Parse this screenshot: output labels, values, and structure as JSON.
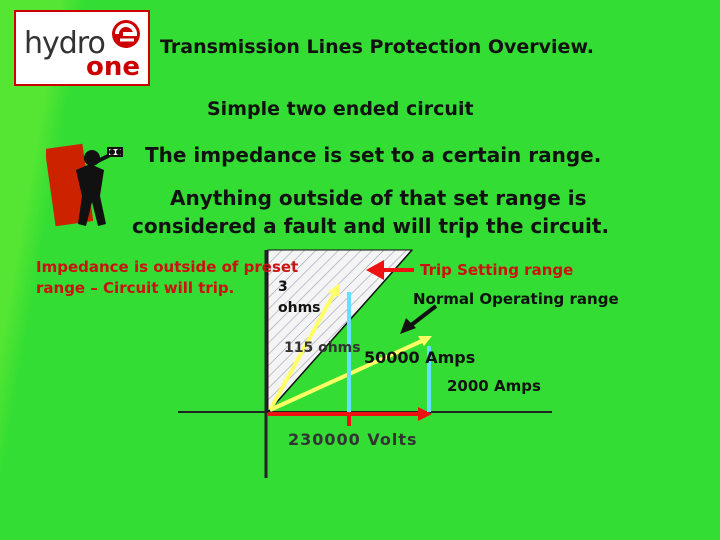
{
  "logo": {
    "hydro": "hydro",
    "one": "one"
  },
  "slide": {
    "title": "Transmission Lines Protection Overview.",
    "subtitle": "Simple two ended circuit",
    "line1": "The impedance is set to a certain range.",
    "line2a": "Anything outside of that set range is",
    "line2b": "considered a fault and will trip the circuit."
  },
  "diagram": {
    "outside_line1": "Impedance is outside of preset",
    "outside_line2": "range – Circuit will trip.",
    "trip_label": "Trip Setting range",
    "normal_label": "Normal Operating range",
    "ohms_3_value": "3",
    "ohms_3_unit": "ohms",
    "ohms_115": "115 ohms",
    "amps_50000": "50000 Amps",
    "amps_2000": "2000 Amps",
    "volts": "230000 Volts"
  },
  "colors": {
    "background": "#33dd33",
    "accent_red": "#cc1111",
    "phasor_yellow": "#ffff66",
    "phasor_cyan": "#66e0ff",
    "axis": "#222222"
  }
}
